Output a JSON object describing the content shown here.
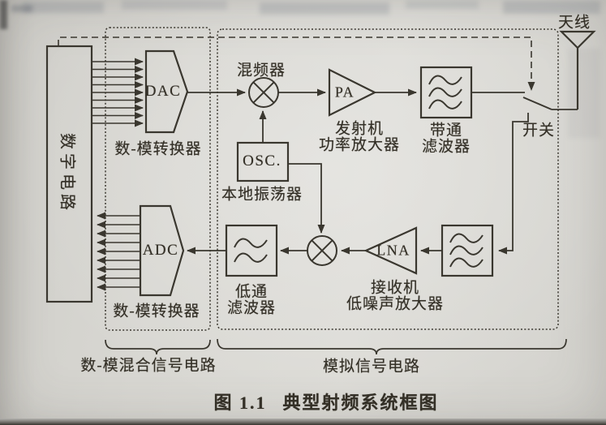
{
  "page": {
    "caption_prefix": "图 1.1",
    "caption_title": "典型射频系统框图",
    "regions": {
      "mixed_signal_label": "数-模混合信号电路",
      "analog_label": "模拟信号电路"
    },
    "blocks": {
      "digital_circuit": "数字电路",
      "dac": "DAC",
      "dac_caption": "数-模转换器",
      "mixer": "混频器",
      "osc": "OSC.",
      "osc_caption": "本地振荡器",
      "pa": "PA",
      "pa_caption_line1": "发射机",
      "pa_caption_line2": "功率放大器",
      "bpf_caption_line1": "带通",
      "bpf_caption_line2": "滤波器",
      "antenna": "天线",
      "switch": "开关",
      "adc": "ADC",
      "adc_caption": "数-模转换器",
      "lpf_caption_line1": "低通",
      "lpf_caption_line2": "滤波器",
      "lna": "LNA",
      "lna_caption_line1": "接收机",
      "lna_caption_line2": "低噪声放大器"
    },
    "colors": {
      "paper": "#d7d5d0",
      "ink": "#3a372f"
    }
  }
}
